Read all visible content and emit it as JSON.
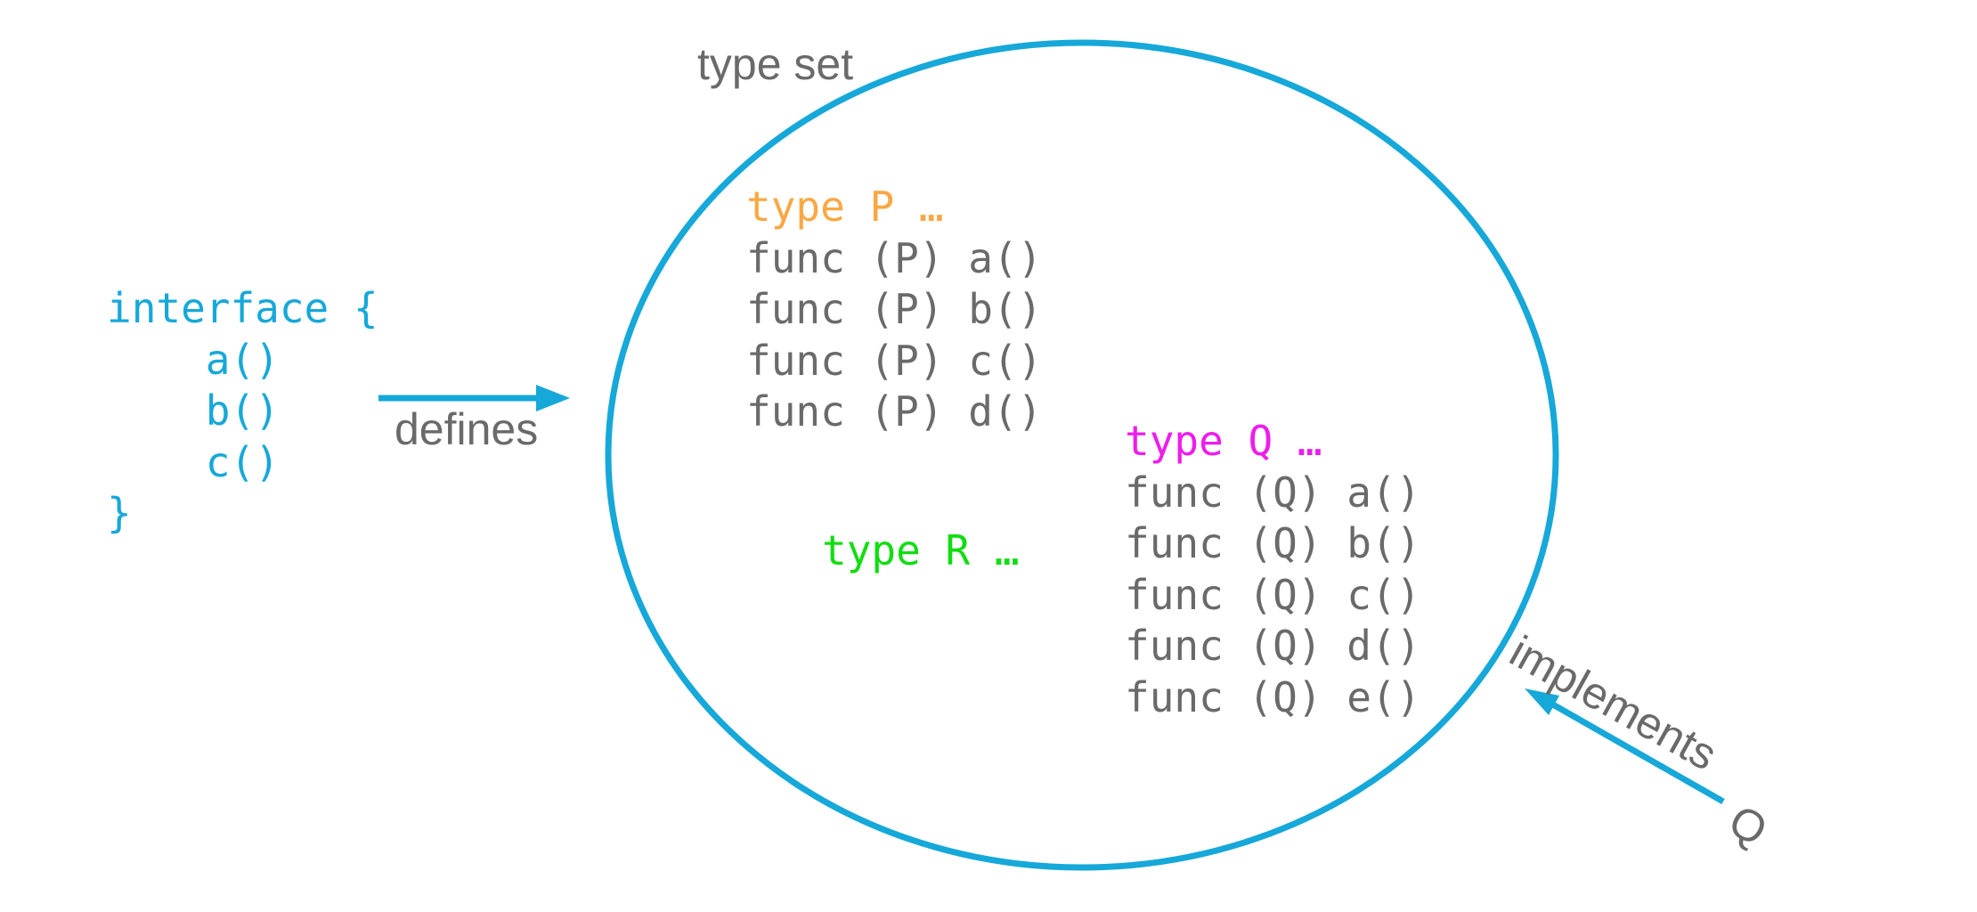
{
  "colors": {
    "cyan": "#16A8D9",
    "orange": "#F9A843",
    "magenta": "#EE1CEC",
    "green": "#10DD10",
    "gray": "#6A6A6A",
    "background": "#FFFFFF"
  },
  "labels": {
    "type_set": "type set",
    "defines": "defines",
    "implements": "implements",
    "implements_target": "Q"
  },
  "interface_block": {
    "code": "interface {\n    a()\n    b()\n    c()\n}"
  },
  "type_set": {
    "p_block": {
      "header": "type P …",
      "methods": "func (P) a()\nfunc (P) b()\nfunc (P) c()\nfunc (P) d()"
    },
    "q_block": {
      "header": "type Q …",
      "methods": "func (Q) a()\nfunc (Q) b()\nfunc (Q) c()\nfunc (Q) d()\nfunc (Q) e()"
    },
    "r_block": {
      "header": "type R …"
    }
  }
}
